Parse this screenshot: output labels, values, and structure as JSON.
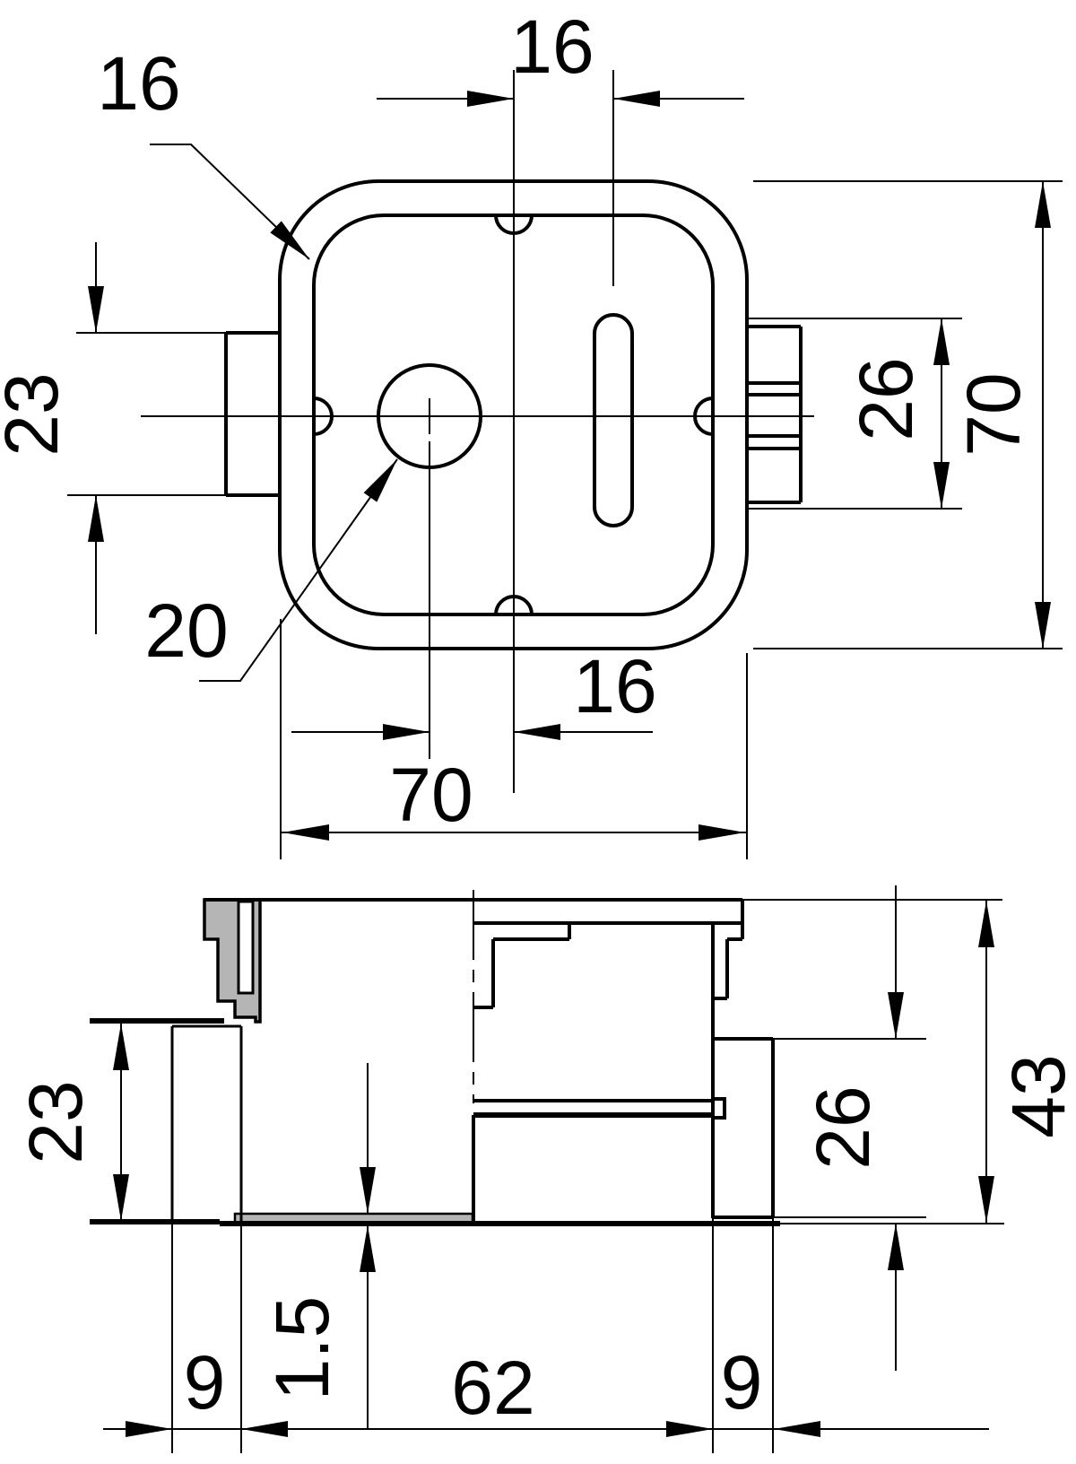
{
  "drawing": {
    "title": "lock-housing-dimension-drawing",
    "colors": {
      "line": "#000000",
      "section_fill": "#b5b5b5",
      "background": "#ffffff"
    },
    "views": {
      "top_view": "top view",
      "side_view": "side section view"
    }
  },
  "dims": {
    "top": {
      "corner_label": "16",
      "slot_offset": "16",
      "tab_left_height": "23",
      "hole_dia": "20",
      "hole_offset": "16",
      "overall_width": "70",
      "tab_right_height": "26",
      "overall_height": "70"
    },
    "side": {
      "left_height": "23",
      "base_thickness": "1.5",
      "pocket_height": "26",
      "overall_height": "43",
      "offset_left": "9",
      "body_length": "62",
      "offset_right": "9"
    }
  }
}
